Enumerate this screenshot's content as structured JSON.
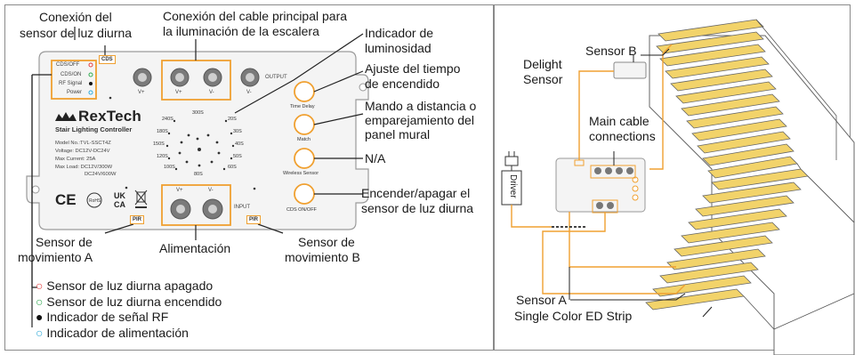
{
  "left": {
    "callouts": {
      "daylight_connection": [
        "Conexión del",
        "sensor de luz diurna"
      ],
      "main_cable": [
        "Conexión del cable principal para",
        "la iluminación de la escalera"
      ],
      "brightness": [
        "Indicador de",
        "luminosidad"
      ],
      "time_adjust": [
        "Ajuste del tiempo",
        "de encendido"
      ],
      "remote_pair": [
        "Mando a distancia o",
        "emparejamiento del",
        "panel mural"
      ],
      "na": [
        "N/A"
      ],
      "daylight_toggle": [
        "Encender/apagar el",
        "sensor de luz diurna"
      ],
      "motion_a": [
        "Sensor de",
        "movimiento A"
      ],
      "power": [
        "Alimentación"
      ],
      "motion_b": [
        "Sensor de",
        "movimiento B"
      ]
    },
    "legend": [
      {
        "symbol": "○",
        "color": "#e23a3a",
        "text": "Sensor de luz diurna apagado"
      },
      {
        "symbol": "○",
        "color": "#2fa84f",
        "text": "Sensor de luz diurna encendido"
      },
      {
        "symbol": "●",
        "color": "#111111",
        "text": "Indicador de señal RF"
      },
      {
        "symbol": "○",
        "color": "#2aa8d8",
        "text": "Indicador de alimentación"
      }
    ],
    "device": {
      "brand": "RexTech",
      "subtitle": "Stair Lighting Controller",
      "specs": [
        "Model No.:TVL-SSCT4Z",
        "Voltage: DC12V-DC24V",
        "Max Current: 25A",
        "Max Load: DC12V/300W",
        "DC24V/600W"
      ],
      "status_labels": [
        "CDS/OFF",
        "CDS/ON",
        "RF Signal",
        "Power"
      ],
      "cds_badge": "CDS",
      "pir_badge": "PIR",
      "output_label": "OUTPUT",
      "input_label": "INPUT",
      "terminals_top": [
        "V+",
        "V+",
        "V-",
        "V-"
      ],
      "terminals_bottom": [
        "V+",
        "V-"
      ],
      "buttons": [
        "Time Delay",
        "Match",
        "Wireless Sensor",
        "CDS ON/OFF"
      ],
      "dial": [
        "300S",
        "240S",
        "20S",
        "180S",
        "30S",
        "150S",
        "40S",
        "120S",
        "50S",
        "100S",
        "60S",
        "80S"
      ],
      "cert": [
        "CE",
        "RoHS",
        "UK",
        "CA"
      ]
    }
  },
  "right": {
    "labels": {
      "sensor_b": "Sensor B",
      "delight": [
        "Delight",
        "Sensor"
      ],
      "main_cable": [
        "Main cable",
        "connections"
      ],
      "driver": "Driver",
      "sensor_a": "Sensor A",
      "strip": "Single Color ED Strip"
    }
  },
  "colors": {
    "accent": "#f0a030",
    "line": "#222222",
    "strip": "#f2d36a",
    "wire_red": "#d84040"
  }
}
